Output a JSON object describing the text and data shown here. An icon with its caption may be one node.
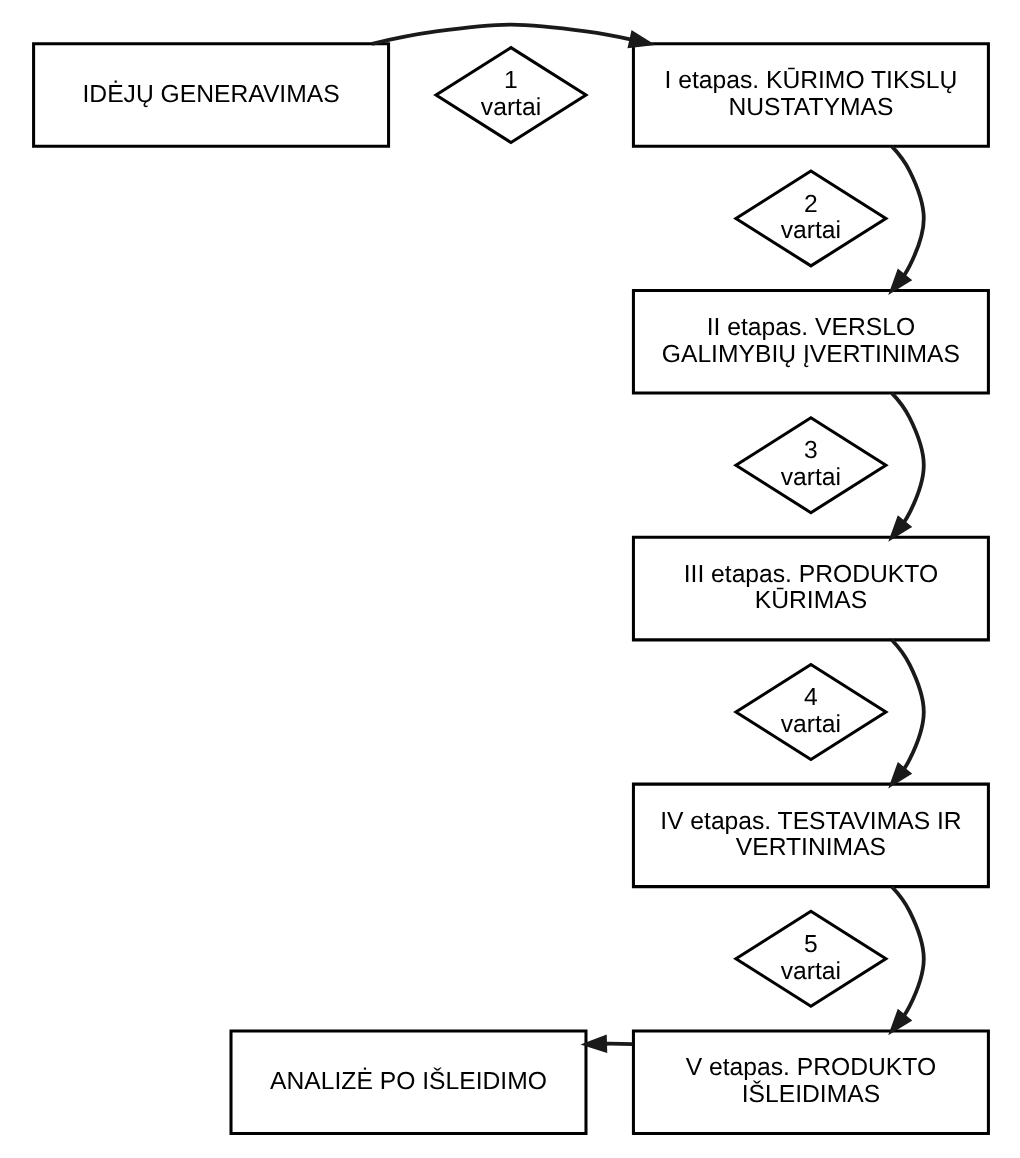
{
  "diagram": {
    "nodes": [
      {
        "text": [
          "IDĖJŲ GENERAVIMAS"
        ]
      },
      {
        "text": [
          "1",
          "vartai"
        ]
      },
      {
        "text": [
          "I etapas. KŪRIMO TIKSLŲ NUSTATYMAS"
        ]
      },
      {
        "text": [
          "2",
          "vartai"
        ]
      },
      {
        "text": [
          "II etapas. VERSLO GALIMYBIŲ ĮVERTINIMAS"
        ]
      },
      {
        "text": [
          "3",
          "vartai"
        ]
      },
      {
        "text": [
          "III etapas. PRODUKTO KŪRIMAS"
        ]
      },
      {
        "text": [
          "4",
          "vartai"
        ]
      },
      {
        "text": [
          "IV etapas. TESTAVIMAS IR VERTINIMAS"
        ]
      },
      {
        "text": [
          "5",
          "vartai"
        ]
      },
      {
        "text": [
          "V etapas. PRODUKTO IŠLEIDIMAS"
        ]
      },
      {
        "text": [
          "ANALIZĖ PO IŠLEIDIMO"
        ]
      }
    ],
    "edges": [
      {
        "from": 0,
        "to": 2,
        "arrow": "to"
      },
      {
        "from": 2,
        "to": 4,
        "arrow": "to"
      },
      {
        "from": 4,
        "to": 6,
        "arrow": "to"
      },
      {
        "from": 6,
        "to": 8,
        "arrow": "to"
      },
      {
        "from": 8,
        "to": 10,
        "arrow": "to"
      },
      {
        "from": 10,
        "to": 11,
        "arrow": "to"
      }
    ]
  }
}
